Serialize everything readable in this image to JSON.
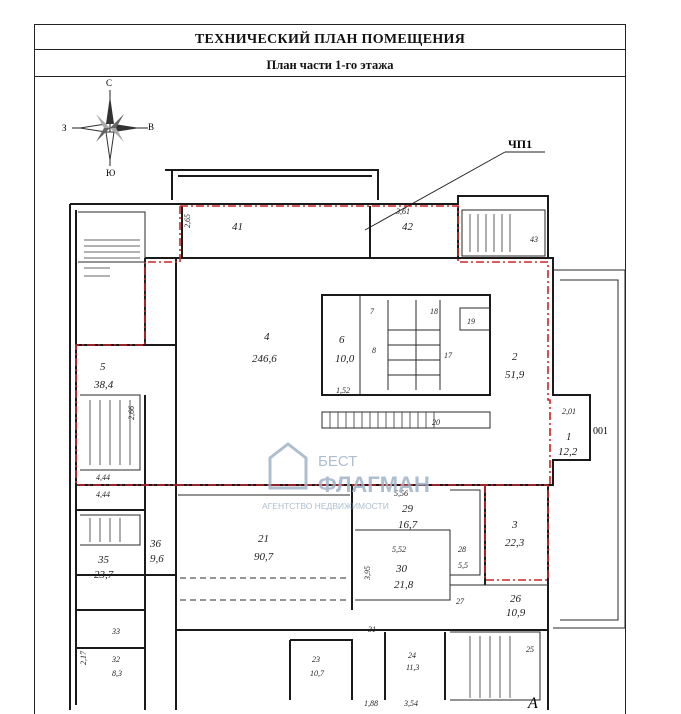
{
  "document": {
    "title": "ТЕХНИЧЕСКИЙ ПЛАН ПОМЕЩЕНИЯ",
    "subtitle": "План  части 1-го этажа"
  },
  "compass": {
    "north": "С",
    "south": "Ю",
    "west": "З",
    "east": "В"
  },
  "callout": {
    "label": "ЧП1"
  },
  "rooms": {
    "r41": {
      "num": "41"
    },
    "r42": {
      "num": "42"
    },
    "r43": {
      "num": "43"
    },
    "r4": {
      "num": "4",
      "area": "246,6"
    },
    "r6": {
      "num": "6",
      "area": "10,0"
    },
    "r7": {
      "num": "7"
    },
    "r18": {
      "num": "18"
    },
    "r19": {
      "num": "19"
    },
    "r8": {
      "num": "8"
    },
    "r17": {
      "num": "17"
    },
    "r2": {
      "num": "2",
      "area": "51,9"
    },
    "r20": {
      "num": "20"
    },
    "r1": {
      "num": "1",
      "area": "12,2"
    },
    "r5": {
      "num": "5",
      "area": "38,4"
    },
    "r21": {
      "num": "21",
      "area": "90,7"
    },
    "r29": {
      "num": "29",
      "area": "16,7"
    },
    "r3": {
      "num": "3",
      "area": "22,3"
    },
    "r28": {
      "num": "28",
      "area": "5,5"
    },
    "r30": {
      "num": "30",
      "area": "21,8"
    },
    "r27": {
      "num": "27"
    },
    "r26": {
      "num": "26",
      "area": "10,9"
    },
    "r35": {
      "num": "35",
      "area": "23,7"
    },
    "r36": {
      "num": "36",
      "area": "9,6"
    },
    "r33": {
      "num": "33"
    },
    "r31": {
      "num": "31"
    },
    "r32": {
      "num": "32",
      "area": "8,3"
    },
    "r23": {
      "num": "23",
      "area": "10,7"
    },
    "r24": {
      "num": "24",
      "area": "11,3"
    },
    "r25": {
      "num": "25"
    }
  },
  "dimensions": {
    "d265": "2,65",
    "d361": "3,61",
    "d266": "2,66",
    "d444a": "4,44",
    "d444b": "4,44",
    "d152": "1,52",
    "d201": "2,01",
    "d556": "5,56",
    "d552": "5,52",
    "d395": "3,95",
    "d217": "2,17",
    "d188": "1,88",
    "d354": "3,54"
  },
  "marks": {
    "m001": "001",
    "axis": "А"
  },
  "watermark": {
    "brand_top": "БЕСТ",
    "brand_main": "ФЛАГМАН",
    "tagline": "АГЕНТСТВО НЕДВИЖИМОСТИ"
  }
}
